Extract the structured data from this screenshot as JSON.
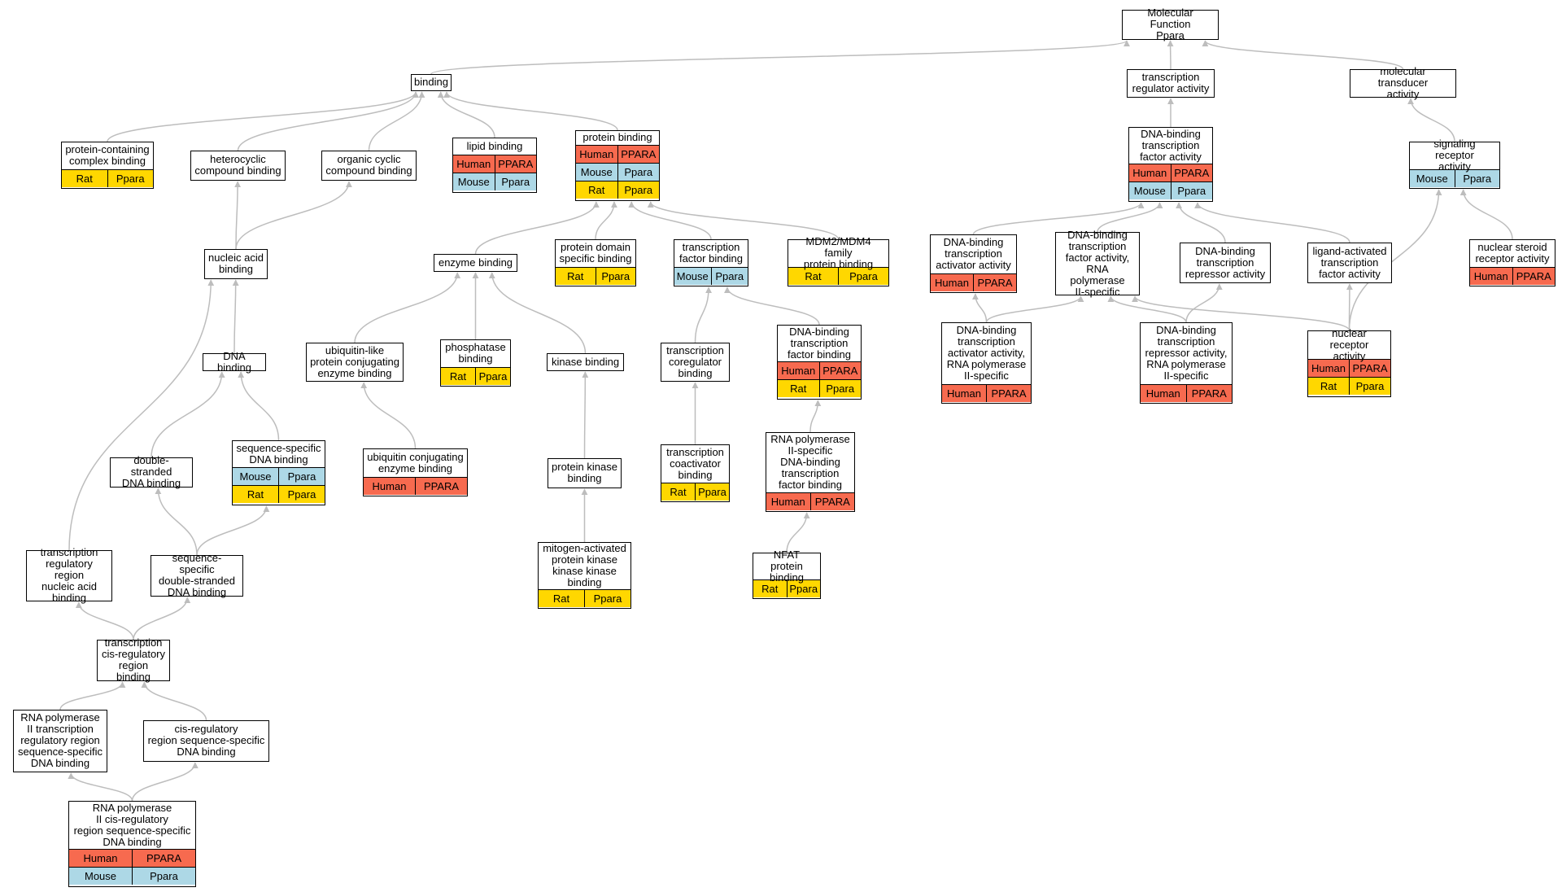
{
  "colors": {
    "Human": "#f76a4f",
    "Mouse": "#add8e6",
    "Rat": "#ffd700",
    "edge": "#bdbdbd"
  },
  "nodes": [
    {
      "id": "mf",
      "title": "Molecular Function\nPpara",
      "rows": []
    },
    {
      "id": "binding",
      "title": "binding",
      "rows": []
    },
    {
      "id": "tra",
      "title": "transcription\nregulator activity",
      "rows": []
    },
    {
      "id": "mta",
      "title": "molecular transducer\nactivity",
      "rows": []
    },
    {
      "id": "pccb",
      "title": "protein-containing\ncomplex binding",
      "rows": [
        {
          "species": "Rat",
          "gene": "Ppara"
        }
      ]
    },
    {
      "id": "hcb",
      "title": "heterocyclic\ncompound binding",
      "rows": []
    },
    {
      "id": "occb",
      "title": "organic cyclic\ncompound binding",
      "rows": []
    },
    {
      "id": "lipid",
      "title": "lipid binding",
      "rows": [
        {
          "species": "Human",
          "gene": "PPARA"
        },
        {
          "species": "Mouse",
          "gene": "Ppara"
        }
      ]
    },
    {
      "id": "protein",
      "title": "protein binding",
      "rows": [
        {
          "species": "Human",
          "gene": "PPARA"
        },
        {
          "species": "Mouse",
          "gene": "Ppara"
        },
        {
          "species": "Rat",
          "gene": "Ppara"
        }
      ]
    },
    {
      "id": "dbtfa",
      "title": "DNA-binding\ntranscription\nfactor activity",
      "rows": [
        {
          "species": "Human",
          "gene": "PPARA"
        },
        {
          "species": "Mouse",
          "gene": "Ppara"
        }
      ]
    },
    {
      "id": "sra",
      "title": "signaling receptor\nactivity",
      "rows": [
        {
          "species": "Mouse",
          "gene": "Ppara"
        }
      ]
    },
    {
      "id": "nab",
      "title": "nucleic acid\nbinding",
      "rows": []
    },
    {
      "id": "enzyme",
      "title": "enzyme binding",
      "rows": []
    },
    {
      "id": "pdsb",
      "title": "protein domain\nspecific binding",
      "rows": [
        {
          "species": "Rat",
          "gene": "Ppara"
        }
      ]
    },
    {
      "id": "tfb",
      "title": "transcription\nfactor binding",
      "rows": [
        {
          "species": "Mouse",
          "gene": "Ppara"
        }
      ]
    },
    {
      "id": "mdm",
      "title": "MDM2/MDM4 family\nprotein binding",
      "rows": [
        {
          "species": "Rat",
          "gene": "Ppara"
        }
      ]
    },
    {
      "id": "dbtaa",
      "title": "DNA-binding\ntranscription\nactivator activity",
      "rows": [
        {
          "species": "Human",
          "gene": "PPARA"
        }
      ]
    },
    {
      "id": "dbtfa2",
      "title": "DNA-binding\ntranscription\nfactor activity,\nRNA polymerase\nII-specific",
      "rows": []
    },
    {
      "id": "dbtra",
      "title": "DNA-binding\ntranscription\nrepressor activity",
      "rows": []
    },
    {
      "id": "latfa",
      "title": "ligand-activated\ntranscription\nfactor activity",
      "rows": []
    },
    {
      "id": "nsra",
      "title": "nuclear steroid\nreceptor activity",
      "rows": [
        {
          "species": "Human",
          "gene": "PPARA"
        }
      ]
    },
    {
      "id": "dnab",
      "title": "DNA binding",
      "rows": []
    },
    {
      "id": "ulpce",
      "title": "ubiquitin-like\nprotein conjugating\nenzyme binding",
      "rows": []
    },
    {
      "id": "phos",
      "title": "phosphatase\nbinding",
      "rows": [
        {
          "species": "Rat",
          "gene": "Ppara"
        }
      ]
    },
    {
      "id": "kinase",
      "title": "kinase binding",
      "rows": []
    },
    {
      "id": "tcb",
      "title": "transcription\ncoregulator\nbinding",
      "rows": []
    },
    {
      "id": "dbtfb",
      "title": "DNA-binding\ntranscription\nfactor binding",
      "rows": [
        {
          "species": "Human",
          "gene": "PPARA"
        },
        {
          "species": "Rat",
          "gene": "Ppara"
        }
      ]
    },
    {
      "id": "dbtaa2",
      "title": "DNA-binding\ntranscription\nactivator activity,\nRNA polymerase\nII-specific",
      "rows": [
        {
          "species": "Human",
          "gene": "PPARA"
        }
      ]
    },
    {
      "id": "dbtra2",
      "title": "DNA-binding\ntranscription\nrepressor activity,\nRNA polymerase\nII-specific",
      "rows": [
        {
          "species": "Human",
          "gene": "PPARA"
        }
      ]
    },
    {
      "id": "nra",
      "title": "nuclear receptor\nactivity",
      "rows": [
        {
          "species": "Human",
          "gene": "PPARA"
        },
        {
          "species": "Rat",
          "gene": "Ppara"
        }
      ]
    },
    {
      "id": "dsdna",
      "title": "double-stranded\nDNA binding",
      "rows": []
    },
    {
      "id": "ssdna",
      "title": "sequence-specific\nDNA binding",
      "rows": [
        {
          "species": "Mouse",
          "gene": "Ppara"
        },
        {
          "species": "Rat",
          "gene": "Ppara"
        }
      ]
    },
    {
      "id": "uce",
      "title": "ubiquitin conjugating\nenzyme binding",
      "rows": [
        {
          "species": "Human",
          "gene": "PPARA"
        }
      ]
    },
    {
      "id": "pkb",
      "title": "protein kinase\nbinding",
      "rows": []
    },
    {
      "id": "tcab",
      "title": "transcription\ncoactivator\nbinding",
      "rows": [
        {
          "species": "Rat",
          "gene": "Ppara"
        }
      ]
    },
    {
      "id": "rnap",
      "title": "RNA polymerase\nII-specific\nDNA-binding\ntranscription\nfactor binding",
      "rows": [
        {
          "species": "Human",
          "gene": "PPARA"
        }
      ]
    },
    {
      "id": "trrnab",
      "title": "transcription\nregulatory region\nnucleic acid\nbinding",
      "rows": []
    },
    {
      "id": "ssdsdna",
      "title": "sequence-specific\ndouble-stranded\nDNA binding",
      "rows": []
    },
    {
      "id": "mapkkk",
      "title": "mitogen-activated\nprotein kinase\nkinase kinase\nbinding",
      "rows": [
        {
          "species": "Rat",
          "gene": "Ppara"
        }
      ]
    },
    {
      "id": "nfat",
      "title": "NFAT protein\nbinding",
      "rows": [
        {
          "species": "Rat",
          "gene": "Ppara"
        }
      ]
    },
    {
      "id": "tcrrb",
      "title": "transcription\ncis-regulatory\nregion binding",
      "rows": []
    },
    {
      "id": "rnap2tr",
      "title": "RNA polymerase\nII transcription\nregulatory region\nsequence-specific\nDNA binding",
      "rows": []
    },
    {
      "id": "crrss",
      "title": "cis-regulatory\nregion sequence-specific\nDNA binding",
      "rows": []
    },
    {
      "id": "rnap2cr",
      "title": "RNA polymerase\nII cis-regulatory\nregion sequence-specific\nDNA binding",
      "rows": [
        {
          "species": "Human",
          "gene": "PPARA"
        },
        {
          "species": "Mouse",
          "gene": "Ppara"
        }
      ]
    }
  ],
  "edges": [
    [
      "binding",
      "mf"
    ],
    [
      "tra",
      "mf"
    ],
    [
      "mta",
      "mf"
    ],
    [
      "pccb",
      "binding"
    ],
    [
      "hcb",
      "binding"
    ],
    [
      "occb",
      "binding"
    ],
    [
      "lipid",
      "binding"
    ],
    [
      "protein",
      "binding"
    ],
    [
      "dbtfa",
      "tra"
    ],
    [
      "sra",
      "mta"
    ],
    [
      "nab",
      "hcb"
    ],
    [
      "nab",
      "occb"
    ],
    [
      "enzyme",
      "protein"
    ],
    [
      "pdsb",
      "protein"
    ],
    [
      "tfb",
      "protein"
    ],
    [
      "mdm",
      "protein"
    ],
    [
      "dbtaa",
      "dbtfa"
    ],
    [
      "dbtfa2",
      "dbtfa"
    ],
    [
      "dbtra",
      "dbtfa"
    ],
    [
      "latfa",
      "dbtfa"
    ],
    [
      "nsra",
      "sra"
    ],
    [
      "nra",
      "sra"
    ],
    [
      "dnab",
      "nab"
    ],
    [
      "trrnab",
      "nab"
    ],
    [
      "ulpce",
      "enzyme"
    ],
    [
      "phos",
      "enzyme"
    ],
    [
      "kinase",
      "enzyme"
    ],
    [
      "tcb",
      "tfb"
    ],
    [
      "dbtfb",
      "tfb"
    ],
    [
      "dbtaa2",
      "dbtaa"
    ],
    [
      "dbtaa2",
      "dbtfa2"
    ],
    [
      "dbtra2",
      "dbtra"
    ],
    [
      "dbtra2",
      "dbtfa2"
    ],
    [
      "nra",
      "latfa"
    ],
    [
      "nra",
      "dbtfa2"
    ],
    [
      "dsdna",
      "dnab"
    ],
    [
      "ssdna",
      "dnab"
    ],
    [
      "uce",
      "ulpce"
    ],
    [
      "pkb",
      "kinase"
    ],
    [
      "tcab",
      "tcb"
    ],
    [
      "rnap",
      "dbtfb"
    ],
    [
      "ssdsdna",
      "dsdna"
    ],
    [
      "ssdsdna",
      "ssdna"
    ],
    [
      "mapkkk",
      "pkb"
    ],
    [
      "nfat",
      "rnap"
    ],
    [
      "tcrrb",
      "trrnab"
    ],
    [
      "tcrrb",
      "ssdsdna"
    ],
    [
      "rnap2tr",
      "tcrrb"
    ],
    [
      "crrss",
      "tcrrb"
    ],
    [
      "rnap2cr",
      "rnap2tr"
    ],
    [
      "rnap2cr",
      "crrss"
    ]
  ]
}
